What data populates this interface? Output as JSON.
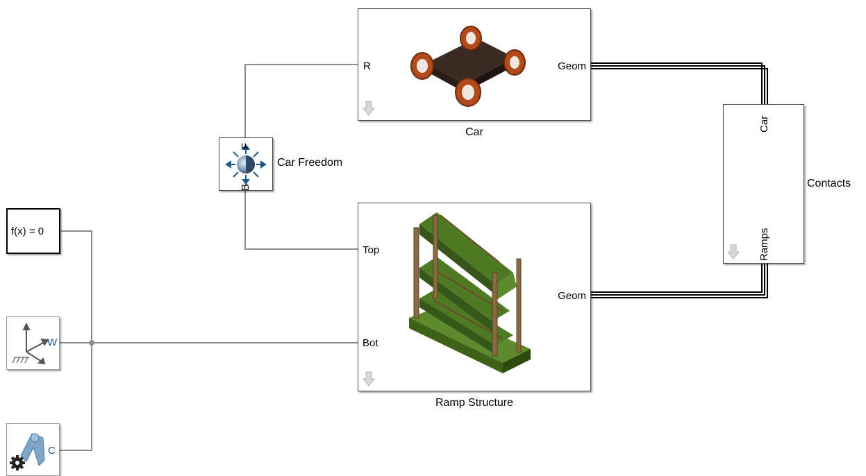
{
  "blocks": {
    "car": {
      "name": "Car",
      "port_left": "R",
      "port_right": "Geom"
    },
    "car_freedom": {
      "name": "Car Freedom",
      "port_top": "F",
      "port_bottom": "B"
    },
    "ramp_structure": {
      "name": "Ramp Structure",
      "port_top_left": "Top",
      "port_bottom_left": "Bot",
      "port_right": "Geom"
    },
    "contacts": {
      "name": "Contacts",
      "port_car": "Car",
      "port_ramps": "Ramps"
    },
    "solver_config": {
      "label": "f(x) = 0"
    },
    "world_frame": {
      "port": "W"
    },
    "mechanism_config": {
      "port": "C"
    }
  },
  "colors": {
    "line": "#8c8c8c",
    "block_border": "#4a4a4a",
    "ramp_green": "#4f7a24",
    "car_body": "#3b2a22",
    "wheel": "#b34a1a",
    "icon_blue": "#1d5a8a"
  },
  "icons": [
    "subsystem-arrow-icon",
    "world-frame-icon",
    "mechanism-gear-icon",
    "bushing-joint-icon"
  ]
}
